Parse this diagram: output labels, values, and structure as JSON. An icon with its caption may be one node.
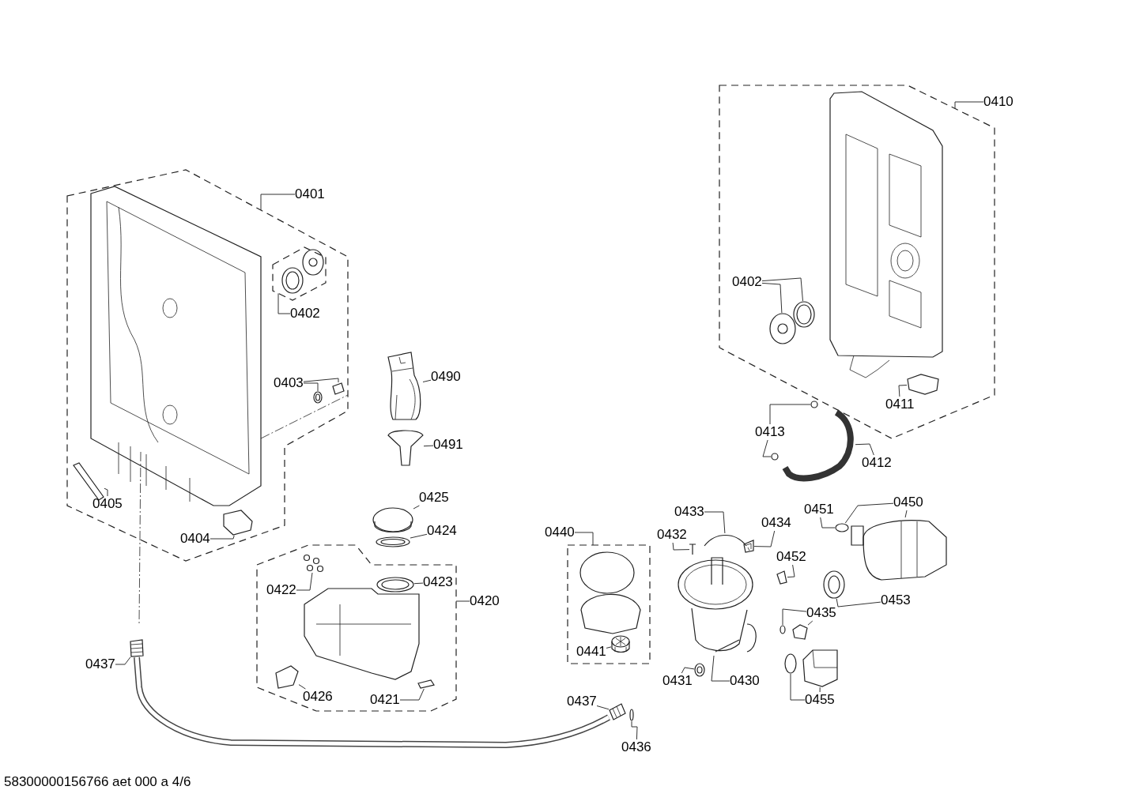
{
  "diagram": {
    "nodes": [
      {
        "text": [],
        "shape": "box"
      },
      {
        "text": [
          "0401"
        ]
      },
      {
        "text": [],
        "shape": "box",
        "in": 0
      },
      {
        "text": [
          "0402"
        ],
        "in": 0
      },
      {
        "text": [
          "0403"
        ],
        "in": 0
      },
      {
        "text": [],
        "shape": "picture",
        "in": 0
      },
      {
        "text": [],
        "shape": "picture",
        "in": 0
      },
      {
        "text": [],
        "shape": "picture",
        "in": 0
      },
      {
        "text": [
          "0405"
        ],
        "in": 0
      },
      {
        "text": [],
        "shape": "picture",
        "in": 0
      },
      {
        "text": [
          "0404"
        ],
        "in": 0
      },
      {
        "text": [],
        "shape": "box"
      },
      {
        "text": [
          "0410"
        ]
      },
      {
        "text": [
          "0402"
        ],
        "in": 11
      },
      {
        "text": [],
        "shape": "picture",
        "in": 11
      },
      {
        "text": [],
        "shape": "picture",
        "in": 11
      },
      {
        "text": [],
        "shape": "picture",
        "in": 11
      },
      {
        "text": [
          "0411"
        ],
        "in": 11
      },
      {
        "text": [],
        "shape": "circle"
      },
      {
        "text": [],
        "shape": "circle"
      },
      {
        "text": [],
        "shape": "picture"
      },
      {
        "text": [
          "0413"
        ]
      },
      {
        "text": [
          "0412"
        ]
      },
      {
        "text": [],
        "shape": "picture"
      },
      {
        "text": [
          "0490"
        ]
      },
      {
        "text": [],
        "shape": "picture"
      },
      {
        "text": [
          "0491"
        ]
      },
      {
        "text": [],
        "shape": "picture"
      },
      {
        "text": [
          "0425"
        ]
      },
      {
        "text": [],
        "shape": "picture"
      },
      {
        "text": [
          "0424"
        ]
      },
      {
        "text": [],
        "shape": "box"
      },
      {
        "text": [
          "0420"
        ]
      },
      {
        "text": [],
        "shape": "picture",
        "in": 31
      },
      {
        "text": [
          "0422"
        ],
        "in": 31
      },
      {
        "text": [],
        "shape": "picture",
        "in": 31
      },
      {
        "text": [
          "0423"
        ],
        "in": 31
      },
      {
        "text": [],
        "shape": "picture",
        "in": 31
      },
      {
        "text": [
          "0426"
        ],
        "in": 31
      },
      {
        "text": [],
        "shape": "picture",
        "in": 31
      },
      {
        "text": [
          "0421"
        ],
        "in": 31
      },
      {
        "text": [],
        "shape": "box"
      },
      {
        "text": [
          "0440"
        ]
      },
      {
        "text": [
          "0441"
        ],
        "in": 41
      },
      {
        "text": [],
        "shape": "cylinder",
        "in": 41
      },
      {
        "text": [],
        "shape": "picture"
      },
      {
        "text": [],
        "shape": "picture"
      },
      {
        "text": [],
        "shape": "picture"
      },
      {
        "text": [],
        "shape": "picture"
      },
      {
        "text": [],
        "shape": "picture"
      },
      {
        "text": [],
        "shape": "picture"
      },
      {
        "text": [],
        "shape": "circle"
      },
      {
        "text": [],
        "shape": "picture"
      },
      {
        "text": [],
        "shape": "circle"
      },
      {
        "text": [],
        "shape": "picture"
      },
      {
        "text": [],
        "shape": "circle"
      },
      {
        "text": [],
        "shape": "picture"
      },
      {
        "text": [],
        "shape": "picture"
      },
      {
        "text": [
          "0451"
        ]
      },
      {
        "text": [
          "0450"
        ]
      },
      {
        "text": [
          "0433"
        ]
      },
      {
        "text": [
          "0434"
        ]
      },
      {
        "text": [
          "0432"
        ]
      },
      {
        "text": [
          "0452"
        ]
      },
      {
        "text": [
          "0453"
        ]
      },
      {
        "text": [
          "0435"
        ]
      },
      {
        "text": [
          "0431"
        ]
      },
      {
        "text": [
          "0430"
        ]
      },
      {
        "text": [
          "0455"
        ]
      },
      {
        "text": [],
        "shape": "picture"
      },
      {
        "text": [
          "0437"
        ]
      },
      {
        "text": [
          "0437"
        ]
      },
      {
        "text": [
          "0436"
        ]
      },
      {
        "text": [],
        "shape": "circle"
      },
      {
        "text": [],
        "shape": "picture"
      }
    ],
    "edges": [
      {
        "from": 1,
        "to": 0,
        "arrow": "none"
      },
      {
        "from": 3,
        "to": 2,
        "arrow": "none"
      },
      {
        "from": 4,
        "to": 5,
        "arrow": "none"
      },
      {
        "from": 4,
        "to": 6,
        "arrow": "none"
      },
      {
        "from": 8,
        "to": 7,
        "arrow": "none"
      },
      {
        "from": 10,
        "to": 9,
        "arrow": "none"
      },
      {
        "from": 12,
        "to": 11,
        "arrow": "none"
      },
      {
        "from": 13,
        "to": 14,
        "arrow": "none"
      },
      {
        "from": 13,
        "to": 15,
        "arrow": "none"
      },
      {
        "from": 17,
        "to": 16,
        "arrow": "none"
      },
      {
        "from": 21,
        "to": 18,
        "arrow": "none"
      },
      {
        "from": 21,
        "to": 19,
        "arrow": "none"
      },
      {
        "from": 22,
        "to": 20,
        "arrow": "none"
      },
      {
        "from": 24,
        "to": 23,
        "arrow": "none"
      },
      {
        "from": 26,
        "to": 25,
        "arrow": "none"
      },
      {
        "from": 28,
        "to": 27,
        "arrow": "none"
      },
      {
        "from": 30,
        "to": 29,
        "arrow": "none"
      },
      {
        "from": 32,
        "to": 31,
        "arrow": "none"
      },
      {
        "from": 34,
        "to": 33,
        "arrow": "none"
      },
      {
        "from": 36,
        "to": 35,
        "arrow": "none"
      },
      {
        "from": 38,
        "to": 37,
        "arrow": "none"
      },
      {
        "from": 40,
        "to": 39,
        "arrow": "none"
      },
      {
        "from": 42,
        "to": 41,
        "arrow": "none"
      },
      {
        "from": 43,
        "to": 44,
        "arrow": "none"
      },
      {
        "from": 58,
        "to": 55,
        "arrow": "none"
      },
      {
        "from": 59,
        "to": 55,
        "arrow": "none"
      },
      {
        "from": 59,
        "to": 56,
        "arrow": "none"
      },
      {
        "from": 60,
        "to": 47,
        "arrow": "none"
      },
      {
        "from": 61,
        "to": 48,
        "arrow": "none"
      },
      {
        "from": 62,
        "to": 46,
        "arrow": "none"
      },
      {
        "from": 63,
        "to": 49,
        "arrow": "none"
      },
      {
        "from": 64,
        "to": 57,
        "arrow": "none"
      },
      {
        "from": 65,
        "to": 51,
        "arrow": "none"
      },
      {
        "from": 65,
        "to": 52,
        "arrow": "none"
      },
      {
        "from": 66,
        "to": 50,
        "arrow": "none"
      },
      {
        "from": 67,
        "to": 45,
        "arrow": "none"
      },
      {
        "from": 68,
        "to": 53,
        "arrow": "none"
      },
      {
        "from": 68,
        "to": 54,
        "arrow": "none"
      },
      {
        "from": 70,
        "to": 69,
        "arrow": "none"
      },
      {
        "from": 71,
        "to": 74,
        "arrow": "none"
      },
      {
        "from": 72,
        "to": 73,
        "arrow": "none"
      }
    ],
    "labels": [
      "58300000156766 aet 000 a 4/6"
    ]
  }
}
